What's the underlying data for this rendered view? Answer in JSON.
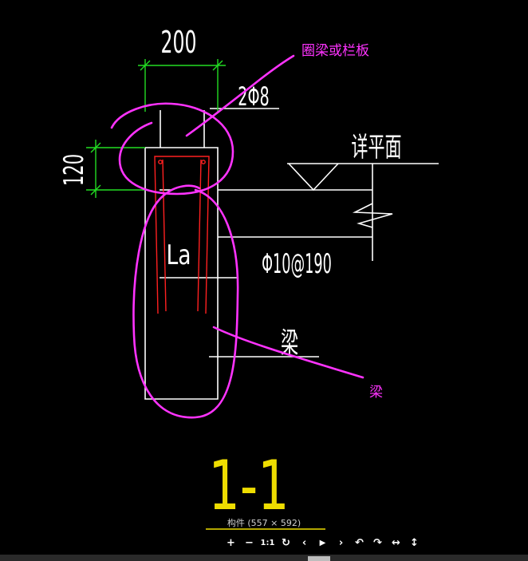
{
  "drawing": {
    "dimension_width": "200",
    "dimension_height": "120",
    "rebar_top": "2Φ8",
    "stirrup": "Φ10@190",
    "anchor": "La",
    "beam_label": "梁",
    "plan_note": "详平面",
    "section_title": "1-1"
  },
  "annotations": {
    "top_note": "圈梁或栏板",
    "bottom_note": "梁"
  },
  "colors": {
    "background": "#000000",
    "drawing_lines": "#ffffff",
    "dimension": "#00ff00",
    "rebar": "#ff2020",
    "markup": "#ff33ff",
    "title": "#ffee00"
  },
  "viewer": {
    "caption": "构件 (557 × 592)",
    "buttons": [
      {
        "name": "zoom-in-button",
        "label": "+"
      },
      {
        "name": "zoom-out-button",
        "label": "−"
      },
      {
        "name": "actual-size-button",
        "label": "1:1"
      },
      {
        "name": "rotate-button",
        "label": "↻"
      },
      {
        "name": "previous-button",
        "label": "‹"
      },
      {
        "name": "play-button",
        "label": "▶"
      },
      {
        "name": "next-button",
        "label": "›"
      },
      {
        "name": "undo-button",
        "label": "↶"
      },
      {
        "name": "redo-button",
        "label": "↷"
      },
      {
        "name": "fit-width-button",
        "label": "↔"
      },
      {
        "name": "fit-height-button",
        "label": "↕"
      }
    ]
  }
}
